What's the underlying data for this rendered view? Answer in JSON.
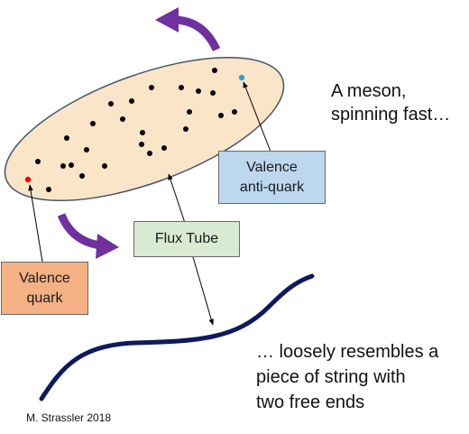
{
  "labels": {
    "antiquark": "Valence\nanti-quark",
    "flux_tube": "Flux Tube",
    "quark": "Valence\nquark",
    "meson": "A meson,\nspinning fast…",
    "string": "… loosely resembles a\npiece of string with\ntwo free ends",
    "credit": "M. Strassler 2018"
  },
  "colors": {
    "ellipse_fill": "#fbe5c8",
    "ellipse_stroke": "#44546a",
    "arrow_purple": "#7030a0",
    "string": "#0d1b5e",
    "quark_red": "#ff0000",
    "antiquark_cyan": "#1aa7e6",
    "antiquark_box": "#bdd7ee",
    "flux_box": "#d9ead3",
    "quark_box": "#f4b183"
  }
}
